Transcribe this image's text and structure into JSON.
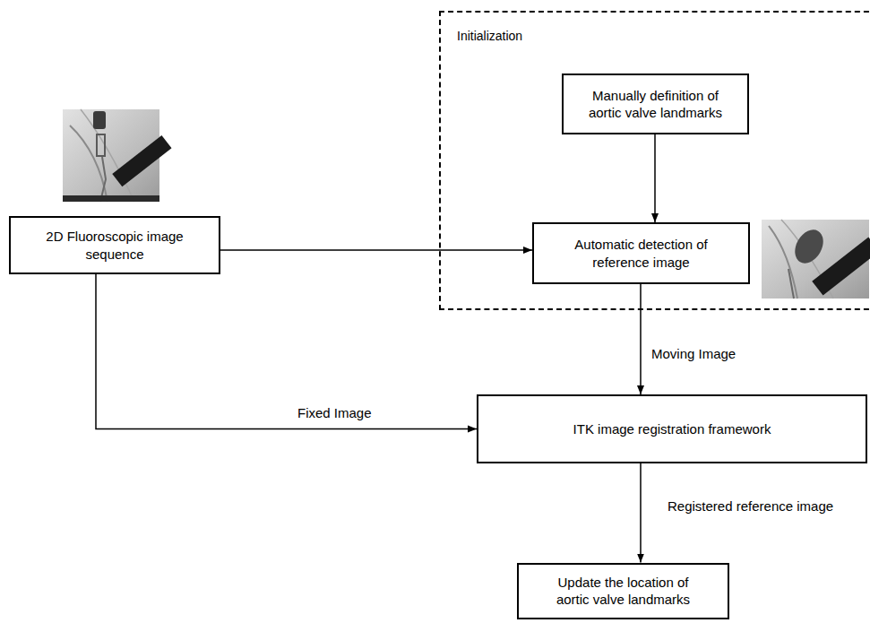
{
  "diagram": {
    "nodes": [
      {
        "text": [
          "Initialization"
        ]
      },
      {
        "text": [
          "Manually definition of aortic valve landmarks"
        ],
        "in": 0
      },
      {
        "text": [
          "2D Fluoroscopic image sequence"
        ]
      },
      {
        "text": [
          "Automatic detection of reference image"
        ],
        "in": 0
      },
      {
        "text": [
          "ITK image registration framework"
        ]
      },
      {
        "text": [
          "Update the location of aortic valve landmarks"
        ]
      }
    ],
    "edges": [
      {
        "from": 1,
        "to": 3,
        "arrow": "to"
      },
      {
        "from": 2,
        "to": 3,
        "arrow": "to"
      },
      {
        "from": 3,
        "to": 4,
        "arrow": "to",
        "label": "Moving Image"
      },
      {
        "from": 2,
        "to": 4,
        "arrow": "to",
        "label": "Fixed Image"
      },
      {
        "from": 4,
        "to": 5,
        "arrow": "to",
        "label": "Registered reference image"
      }
    ]
  }
}
